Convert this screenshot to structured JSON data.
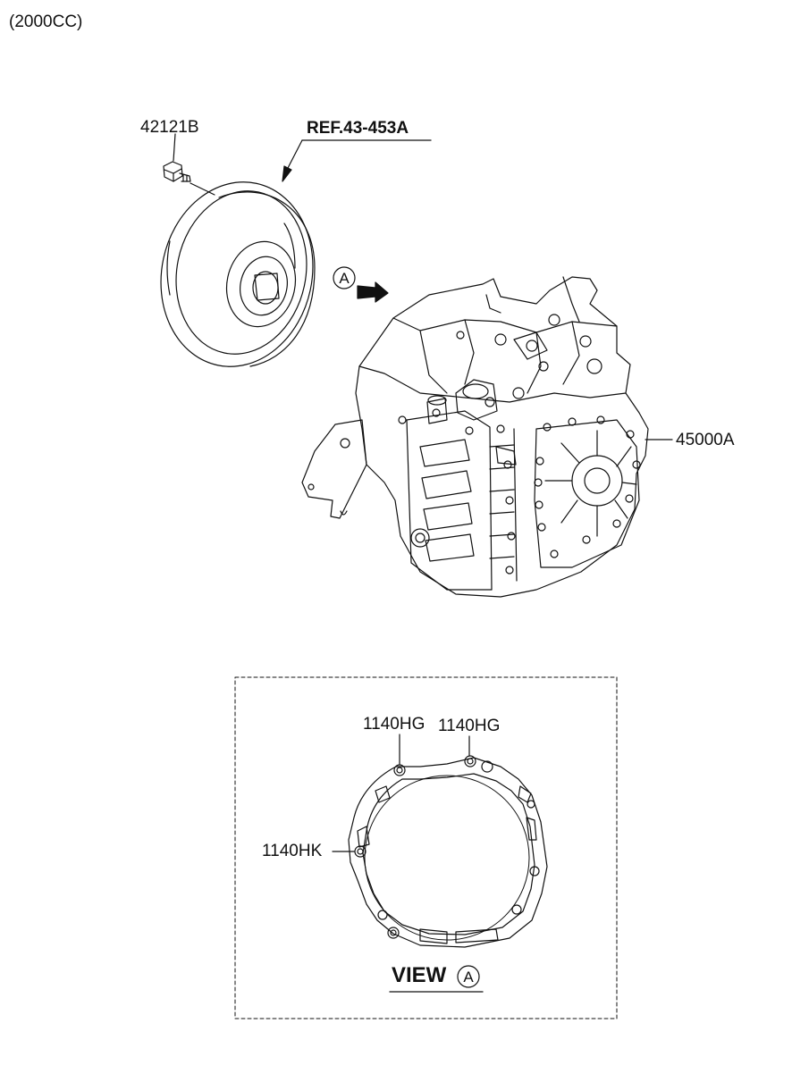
{
  "header": {
    "variant": "(2000CC)"
  },
  "parts": {
    "bolt": "42121B",
    "reference": "REF.43-453A",
    "transaxle": "45000A",
    "dowel_left": "1140HG",
    "dowel_right": "1140HG",
    "dowel_side": "1140HK"
  },
  "view": {
    "title": "VIEW",
    "marker": "A"
  },
  "callout": {
    "marker": "A"
  }
}
